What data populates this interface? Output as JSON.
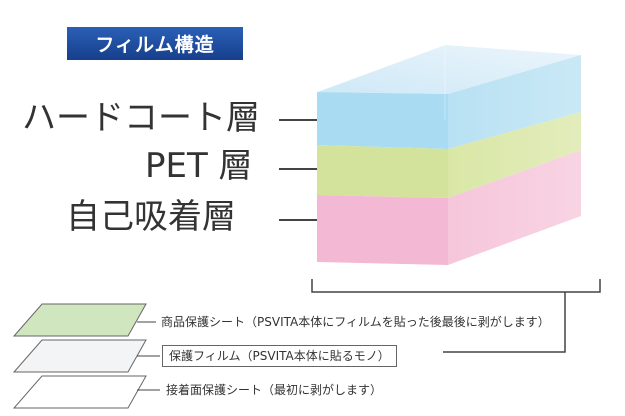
{
  "title": "フィルム構造",
  "layers": [
    {
      "label": "ハードコート層",
      "color": "#a9dcf3"
    },
    {
      "label": "PET 層",
      "color": "#d3e39b"
    },
    {
      "label": "自己吸着層",
      "color": "#f3b9d4"
    }
  ],
  "sheets": [
    {
      "label": "商品保護シート（PSVITA本体にフィルムを貼った後最後に剥がします）",
      "color": "#cfe6bf"
    },
    {
      "label": "保護フィルム（PSVITA本体に貼るモノ）",
      "color": "#f2f4f6"
    },
    {
      "label": "接着面保護シート（最初に剥がします）",
      "color": "#ffffff"
    }
  ]
}
